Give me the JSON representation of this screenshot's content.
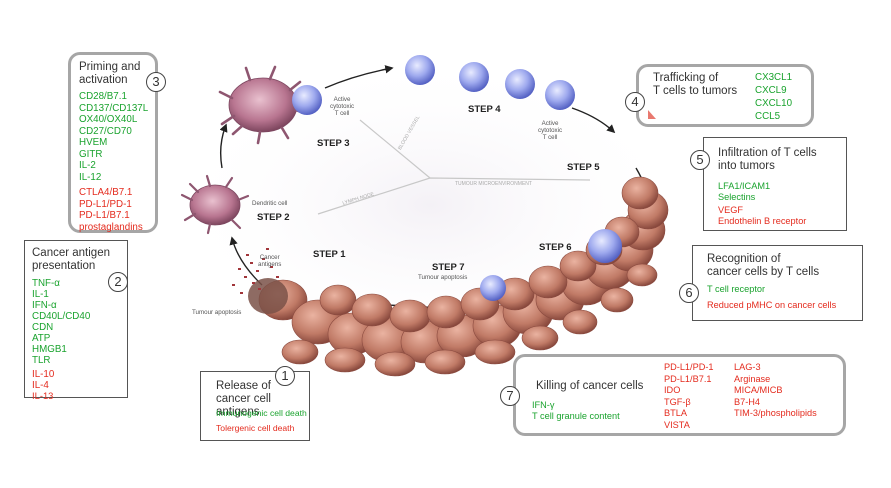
{
  "illustration": {
    "steps": [
      "STEP 1",
      "STEP 2",
      "STEP 3",
      "STEP 4",
      "STEP 5",
      "STEP 6",
      "STEP 7"
    ],
    "labels": {
      "dendritic_cell": "Dendritic cell",
      "active_tcell_a": "Active\ncytotoxic\nT cell",
      "active_tcell_b": "Active\ncytotoxic\nT cell",
      "cancer_antigens": "Cancer\nantigens",
      "tumour_apoptosis_left": "Tumour apoptosis",
      "tumour_apoptosis_center": "Tumour apoptosis",
      "tumour_microenvironment": "TUMOUR MICROENVIRONMENT",
      "lymph_node": "LYMPH NODE",
      "blood_vessel": "BLOOD VESSEL"
    },
    "colors": {
      "arrow": "#222222",
      "green": "#1aa32e",
      "red": "#e42b1e",
      "tcell": "#8e9be6",
      "tumour": "#b86a5c",
      "dendritic": "#b46b84"
    }
  },
  "boxes": {
    "b1": {
      "number": "1",
      "title": "Release of\ncancer cell antigens",
      "green": [
        "Immunogenic cell death"
      ],
      "red": [
        "Tolergenic cell death"
      ]
    },
    "b2": {
      "number": "2",
      "title": "Cancer antigen\npresentation",
      "green": [
        "TNF-α",
        "IL-1",
        "IFN-α",
        "CD40L/CD40",
        "CDN",
        "ATP",
        "HMGB1",
        "TLR"
      ],
      "red": [
        "IL-10",
        "IL-4",
        "IL-13"
      ]
    },
    "b3": {
      "number": "3",
      "title": "Priming and\nactivation",
      "green": [
        "CD28/B7.1",
        "CD137/CD137L",
        "OX40/OX40L",
        "CD27/CD70",
        "HVEM",
        "GITR",
        "IL-2",
        "IL-12"
      ],
      "red": [
        "CTLA4/B7.1",
        "PD-L1/PD-1",
        "PD-L1/B7.1",
        "prostaglandins"
      ]
    },
    "b4": {
      "number": "4",
      "title": "Trafficking of\nT cells to tumors",
      "green": [
        "CX3CL1",
        "CXCL9",
        "CXCL10",
        "CCL5"
      ],
      "red": []
    },
    "b5": {
      "number": "5",
      "title": "Infiltration of T cells\ninto tumors",
      "green": [
        "LFA1/ICAM1",
        "Selectins"
      ],
      "red": [
        "VEGF",
        "Endothelin B receptor"
      ]
    },
    "b6": {
      "number": "6",
      "title": "Recognition of\ncancer cells by T cells",
      "green": [
        "T cell receptor"
      ],
      "red": [
        "Reduced pMHC on cancer cells"
      ]
    },
    "b7": {
      "number": "7",
      "title": "Killing of cancer cells",
      "green": [
        "IFN-γ",
        "T cell granule content"
      ],
      "red_col1": [
        "PD-L1/PD-1",
        "PD-L1/B7.1",
        "IDO",
        "TGF-β",
        "BTLA",
        "VISTA"
      ],
      "red_col2": [
        "LAG-3",
        "Arginase",
        "MICA/MICB",
        "B7-H4",
        "TIM-3/phospholipids"
      ]
    }
  }
}
